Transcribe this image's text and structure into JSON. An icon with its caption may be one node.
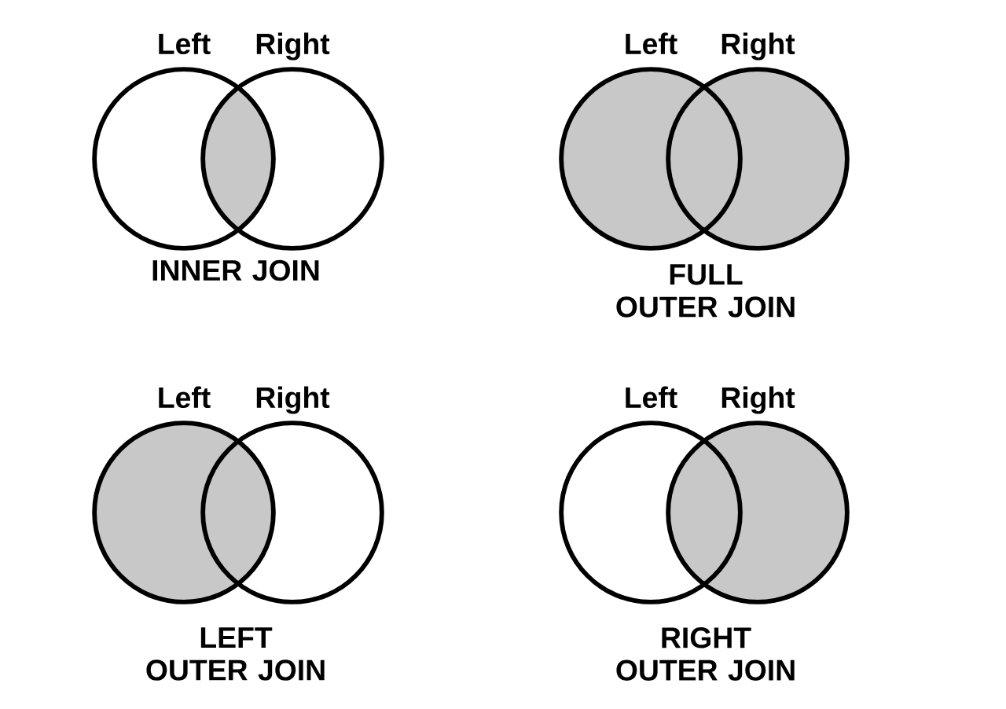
{
  "diagram": {
    "nodes": [
      {
        "text": [
          "Left"
        ]
      },
      {
        "text": [
          "Right"
        ]
      },
      {
        "text": [
          "Left"
        ]
      },
      {
        "text": [
          "Right"
        ]
      },
      {
        "text": [
          "Left"
        ]
      },
      {
        "text": [
          "Right"
        ]
      },
      {
        "text": [
          "Left"
        ]
      },
      {
        "text": [
          "Right"
        ]
      }
    ],
    "labels": [
      "INNER JOIN",
      "FULL OUTER JOIN",
      "LEFT OUTER JOIN",
      "RIGHT OUTER JOIN"
    ]
  }
}
